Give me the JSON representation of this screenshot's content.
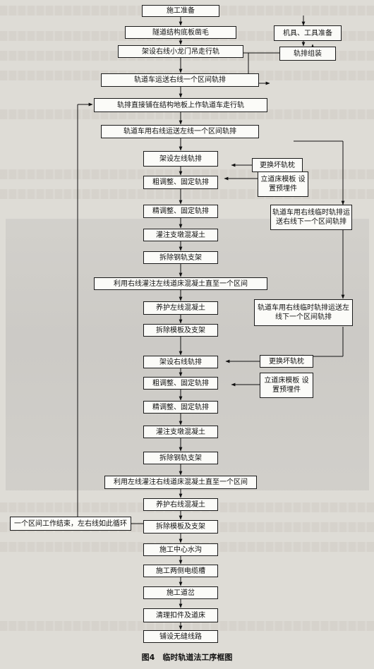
{
  "steps": {
    "s1": "施工准备",
    "s2": "隧道结构底板凿毛",
    "s3": "架设右线小龙门吊走行轨",
    "s4": "轨道车运送右线一个区间轨排",
    "s5": "轨排直接铺在结构地板上作轨道车走行轨",
    "s6": "轨道车用右线运送左线一个区间轨排",
    "s7": "架设左线轨排",
    "s8": "粗调整、固定轨排",
    "s9": "精调整、固定轨排",
    "s10": "灌注支墩混凝土",
    "s11": "拆除钢轨支架",
    "s12": "利用右线灌注左线道床混凝土直至一个区间",
    "s13": "养护左线混凝土",
    "s14": "拆除模板及支架",
    "s15": "架设右线轨排",
    "s16": "粗调整、固定轨排",
    "s17": "精调整、固定轨排",
    "s18": "灌注支墩混凝土",
    "s19": "拆除钢轨支架",
    "s20": "利用左线灌注右线道床混凝土直至一个区间",
    "s21": "养护右线混凝土",
    "s22": "拆除模板及支架",
    "s23": "施工中心水沟",
    "s24": "施工两侧电缆槽",
    "s25": "施工道岔",
    "s26": "清理扣件及道床",
    "s27": "铺设无缝线路"
  },
  "side": {
    "tools": "机具、工具准备",
    "assembly": "轨排组装",
    "replace1": "更换坏轨枕",
    "formwork1": "立道床模板 设置预埋件",
    "transport1": "轨道车用右线临时轨排运送右线下一个区间轨排",
    "transport2": "轨道车用右线临时轨排运送左线下一个区间轨排",
    "replace2": "更换坏轨枕",
    "formwork2": "立道床模板 设置预埋件",
    "loop": "一个区间工作结束，左右线如此循环"
  },
  "caption": "图4　临时轨道法工序框图"
}
